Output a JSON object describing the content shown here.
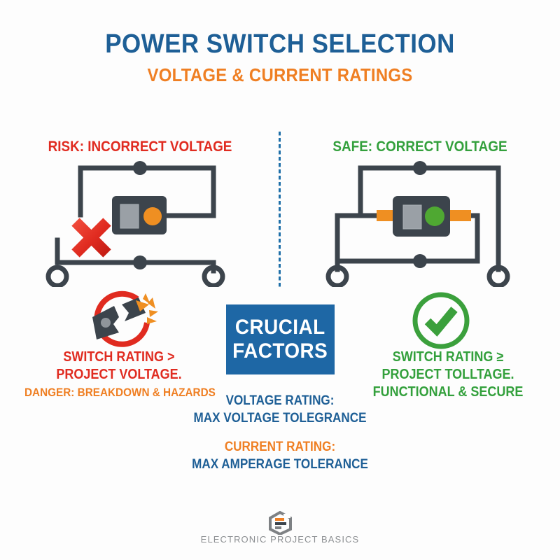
{
  "header": {
    "title": "POWER SWITCH SELECTION",
    "subtitle": "VOLTAGE & CURRENT RATINGS"
  },
  "colors": {
    "title_blue": "#1e5f96",
    "accent_orange": "#ef7f23",
    "danger_red": "#e02b20",
    "safe_green": "#33a03c",
    "box_blue": "#1e67a5",
    "wire_dark": "#3c444c",
    "divider_blue": "#1e6fa8"
  },
  "left_panel": {
    "heading": "RISK: INCORRECT VOLTAGE",
    "diagram_icons": {
      "cross": "red-x-icon",
      "switch": "switch-body-icon",
      "indicator": "orange-indicator-icon",
      "terminals": "circuit-terminal-icon",
      "junctions": "circuit-junction-icon"
    },
    "status_icon": "broken-switch-icon",
    "caption_line1": "SWITCH RATING >",
    "caption_line2": "PROJECT VOLTAGE.",
    "caption_line3": "DANGER: BREAKDOWN & HAZARDS"
  },
  "right_panel": {
    "heading": "SAFE: CORRECT VOLTAGE",
    "diagram_icons": {
      "switch": "switch-body-icon",
      "indicator": "green-indicator-icon",
      "leads": "orange-wire-lead-icon",
      "terminals": "circuit-terminal-icon",
      "junctions": "circuit-junction-icon"
    },
    "status_icon": "green-check-circle-icon",
    "caption_line1": "SWITCH RATING ≥",
    "caption_line2": "PROJECT TOLLTAGE.",
    "caption_line3": "FUNCTIONAL & SECURE"
  },
  "center": {
    "box_line1": "CRUCIAL",
    "box_line2": "FACTORS",
    "voltage_title": "VOLTAGE RATING:",
    "voltage_sub": "MAX VOLTAGE TOLEGRANCE",
    "current_title": "CURRENT RATING:",
    "current_sub": "MAX AMPERAGE TOLERANCE"
  },
  "footer": {
    "logo_icon": "hexagon-epb-logo-icon",
    "brand": "ELECTRONIC PROJECT BASICS"
  }
}
